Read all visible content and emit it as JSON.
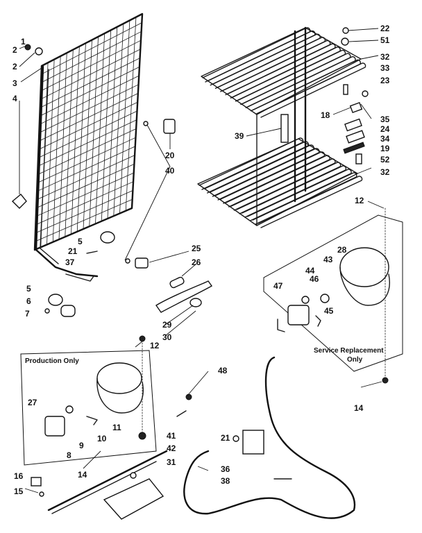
{
  "diagram": {
    "production_label": "Production Only",
    "service_label_line1": "Service Replacement",
    "service_label_line2": "Only",
    "callouts": [
      "1",
      "2",
      "2",
      "3",
      "4",
      "5",
      "21",
      "37",
      "20",
      "40",
      "25",
      "26",
      "5",
      "6",
      "7",
      "29",
      "30",
      "22",
      "51",
      "32",
      "33",
      "23",
      "18",
      "35",
      "24",
      "34",
      "39",
      "19",
      "52",
      "32",
      "12",
      "28",
      "44",
      "43",
      "46",
      "47",
      "45",
      "12",
      "27",
      "11",
      "10",
      "9",
      "8",
      "48",
      "41",
      "42",
      "31",
      "14",
      "16",
      "15",
      "21",
      "36",
      "38",
      "14"
    ]
  }
}
